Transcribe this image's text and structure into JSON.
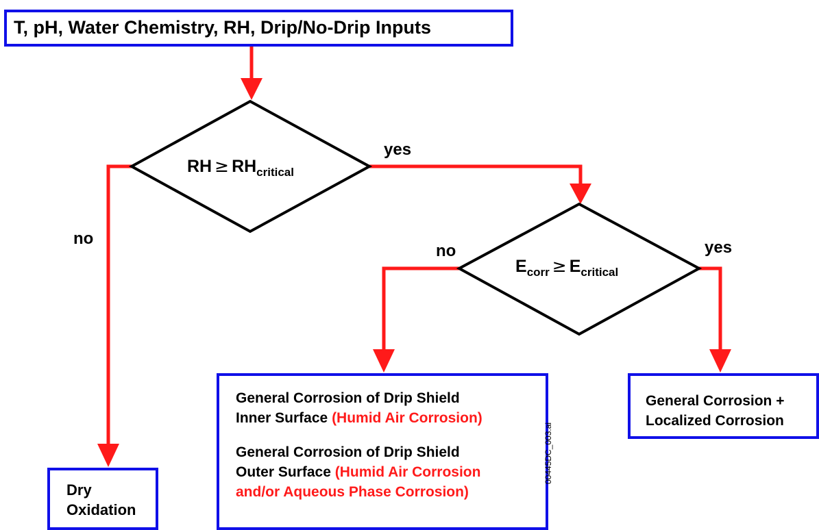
{
  "inputs_box": {
    "text": "T, pH, Water Chemistry, RH, Drip/No-Drip Inputs"
  },
  "decision_rh": {
    "lhs": "RH",
    "operator": "≥",
    "rhs": "RH",
    "rhs_subscript": "critical",
    "yes_label": "yes",
    "no_label": "no"
  },
  "decision_ecorr": {
    "lhs": "E",
    "lhs_subscript": "corr",
    "operator": "≥",
    "rhs": "E",
    "rhs_subscript": "critical",
    "yes_label": "yes",
    "no_label": "no"
  },
  "dry_oxidation_box": {
    "line1": "Dry",
    "line2": "Oxidation"
  },
  "general_corrosion_box": {
    "inner_line1": "General Corrosion of Drip Shield",
    "inner_line2_prefix": "Inner Surface ",
    "inner_line2_highlight": "(Humid Air Corrosion)",
    "outer_line1": "General Corrosion of Drip Shield",
    "outer_line2_prefix": "Outer Surface ",
    "outer_line2_highlight": "(Humid Air Corrosion",
    "outer_line3_highlight": "and/or Aqueous Phase Corrosion)"
  },
  "localized_corrosion_box": {
    "line1": "General Corrosion +",
    "line2": "Localized Corrosion"
  },
  "file_id": "00445DC_003.ai",
  "colors": {
    "box_border": "#1010e8",
    "connector": "#ff1a1a",
    "highlight_text": "#ff1a1a",
    "text": "#000000"
  }
}
